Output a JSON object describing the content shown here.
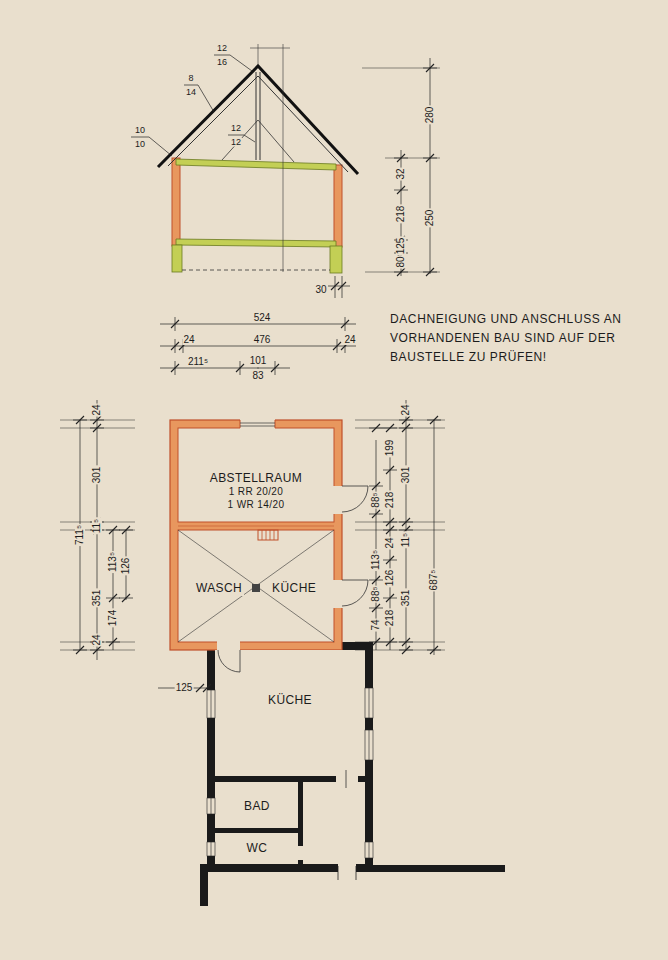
{
  "diagram": {
    "nodes": [
      {
        "text": [
          "ABSTELLRAUM",
          "1 RR 20/20",
          "1 WR 14/20"
        ]
      },
      {
        "text": [
          "WASCH",
          "KÜCHE"
        ]
      },
      {
        "text": [
          "KÜCHE"
        ]
      },
      {
        "text": [
          "BAD"
        ]
      },
      {
        "text": [
          "WC"
        ]
      }
    ],
    "labels": [
      "12",
      "16",
      "8",
      "14",
      "10",
      "10",
      "12",
      "12",
      "280",
      "32",
      "218",
      "250",
      "125",
      "80",
      "30",
      "524",
      "24",
      "476",
      "24",
      "211⁵",
      "101",
      "83",
      "DACHNEIGUNG UND ANSCHLUSS AN VORHANDENEN BAU SIND AUF DER BAUSTELLE ZU PRÜFEN!",
      "24",
      "301",
      "711⁵",
      "11⁵",
      "113⁵",
      "126",
      "351",
      "174",
      "24",
      "24",
      "199",
      "88⁵",
      "218",
      "301",
      "11⁵",
      "687⁵",
      "113⁵",
      "126",
      "88⁵",
      "24",
      "218",
      "351",
      "74",
      "125"
    ]
  }
}
